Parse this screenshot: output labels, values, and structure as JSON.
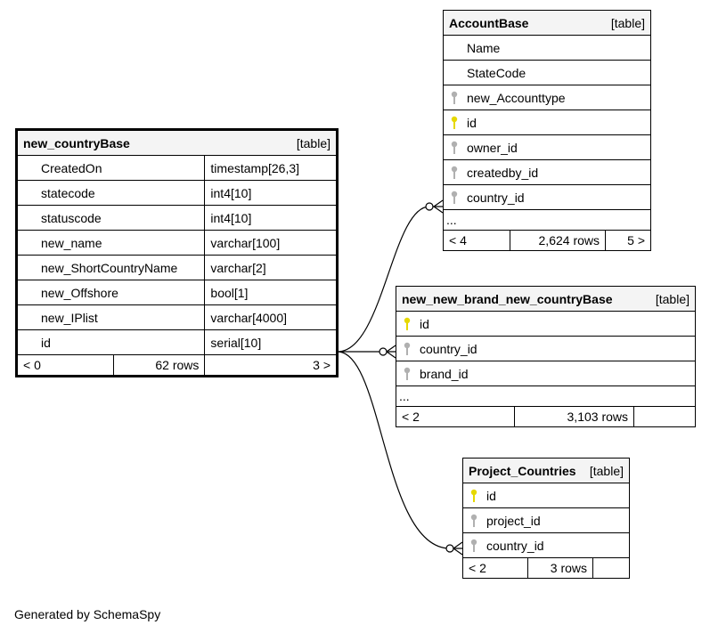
{
  "tables": {
    "country": {
      "name": "new_countryBase",
      "tag": "[table]",
      "columns": [
        {
          "name": "CreatedOn",
          "type": "timestamp[26,3]"
        },
        {
          "name": "statecode",
          "type": "int4[10]"
        },
        {
          "name": "statuscode",
          "type": "int4[10]"
        },
        {
          "name": "new_name",
          "type": "varchar[100]"
        },
        {
          "name": "new_ShortCountryName",
          "type": "varchar[2]"
        },
        {
          "name": "new_Offshore",
          "type": "bool[1]"
        },
        {
          "name": "new_IPlist",
          "type": "varchar[4000]"
        },
        {
          "name": "id",
          "type": "serial[10]"
        }
      ],
      "footer": {
        "parents": "< 0",
        "rows": "62 rows",
        "children": "3 >"
      }
    },
    "account": {
      "name": "AccountBase",
      "tag": "[table]",
      "columns": [
        "Name",
        "StateCode",
        "new_Accounttype",
        "id",
        "owner_id",
        "createdby_id",
        "country_id"
      ],
      "more": "...",
      "footer": {
        "parents": "< 4",
        "rows": "2,624 rows",
        "children": "5 >"
      }
    },
    "brand": {
      "name": "new_new_brand_new_countryBase",
      "tag": "[table]",
      "columns": [
        "id",
        "country_id",
        "brand_id"
      ],
      "more": "...",
      "footer": {
        "parents": "< 2",
        "rows": "3,103 rows",
        "children": ""
      }
    },
    "project": {
      "name": "Project_Countries",
      "tag": "[table]",
      "columns": [
        "id",
        "project_id",
        "country_id"
      ],
      "footer": {
        "parents": "< 2",
        "rows": "3 rows",
        "children": ""
      }
    }
  },
  "key_colors": {
    "primary": "#e6d800",
    "foreign": "#b0b0b0"
  },
  "generated_by": "Generated by SchemaSpy"
}
